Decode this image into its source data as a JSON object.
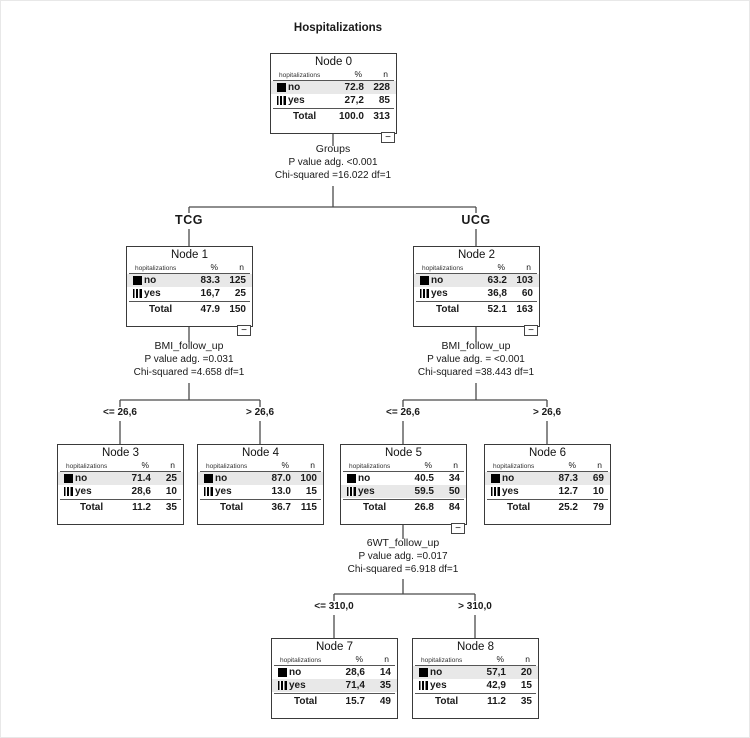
{
  "page_title": "Hospitalizations",
  "columns": {
    "category": "hopitalizations",
    "percent": "%",
    "n": "n"
  },
  "labels": {
    "total": "Total",
    "collapse": "−"
  },
  "nodes": [
    {
      "title": "Node 0",
      "rows": [
        {
          "label": "no",
          "pct": "72.8",
          "n": "228",
          "highlight": true
        },
        {
          "label": "yes",
          "pct": "27,2",
          "n": "85",
          "highlight": false
        }
      ],
      "total": {
        "pct": "100.0",
        "n": "313"
      }
    },
    {
      "title": "Node 1",
      "rows": [
        {
          "label": "no",
          "pct": "83.3",
          "n": "125",
          "highlight": true
        },
        {
          "label": "yes",
          "pct": "16,7",
          "n": "25",
          "highlight": false
        }
      ],
      "total": {
        "pct": "47.9",
        "n": "150"
      }
    },
    {
      "title": "Node 2",
      "rows": [
        {
          "label": "no",
          "pct": "63.2",
          "n": "103",
          "highlight": true
        },
        {
          "label": "yes",
          "pct": "36,8",
          "n": "60",
          "highlight": false
        }
      ],
      "total": {
        "pct": "52.1",
        "n": "163"
      }
    },
    {
      "title": "Node 3",
      "rows": [
        {
          "label": "no",
          "pct": "71.4",
          "n": "25",
          "highlight": true
        },
        {
          "label": "yes",
          "pct": "28,6",
          "n": "10",
          "highlight": false
        }
      ],
      "total": {
        "pct": "11.2",
        "n": "35"
      }
    },
    {
      "title": "Node 4",
      "rows": [
        {
          "label": "no",
          "pct": "87.0",
          "n": "100",
          "highlight": true
        },
        {
          "label": "yes",
          "pct": "13.0",
          "n": "15",
          "highlight": false
        }
      ],
      "total": {
        "pct": "36.7",
        "n": "115"
      }
    },
    {
      "title": "Node 5",
      "rows": [
        {
          "label": "no",
          "pct": "40.5",
          "n": "34",
          "highlight": false
        },
        {
          "label": "yes",
          "pct": "59.5",
          "n": "50",
          "highlight": true
        }
      ],
      "total": {
        "pct": "26.8",
        "n": "84"
      }
    },
    {
      "title": "Node 6",
      "rows": [
        {
          "label": "no",
          "pct": "87.3",
          "n": "69",
          "highlight": true
        },
        {
          "label": "yes",
          "pct": "12.7",
          "n": "10",
          "highlight": false
        }
      ],
      "total": {
        "pct": "25.2",
        "n": "79"
      }
    },
    {
      "title": "Node 7",
      "rows": [
        {
          "label": "no",
          "pct": "28,6",
          "n": "14",
          "highlight": false
        },
        {
          "label": "yes",
          "pct": "71,4",
          "n": "35",
          "highlight": true
        }
      ],
      "total": {
        "pct": "15.7",
        "n": "49"
      }
    },
    {
      "title": "Node 8",
      "rows": [
        {
          "label": "no",
          "pct": "57,1",
          "n": "20",
          "highlight": true
        },
        {
          "label": "yes",
          "pct": "42,9",
          "n": "15",
          "highlight": false
        }
      ],
      "total": {
        "pct": "11.2",
        "n": "35"
      }
    }
  ],
  "splits": [
    {
      "variable": "Groups",
      "pvalue": "P value adg. <0.001",
      "chi": "Chi-squared =16.022 df=1",
      "left": "TCG",
      "right": "UCG"
    },
    {
      "variable": "BMI_follow_up",
      "pvalue": "P value adg. =0.031",
      "chi": "Chi-squared =4.658 df=1",
      "left": "<= 26,6",
      "right": "> 26,6"
    },
    {
      "variable": "BMI_follow_up",
      "pvalue": "P value adg. = <0.001",
      "chi": "Chi-squared =38.443 df=1",
      "left": "<= 26,6",
      "right": "> 26,6"
    },
    {
      "variable": "6WT_follow_up",
      "pvalue": "P value adg. =0.017",
      "chi": "Chi-squared =6.918 df=1",
      "left": "<= 310,0",
      "right": "> 310,0"
    }
  ]
}
